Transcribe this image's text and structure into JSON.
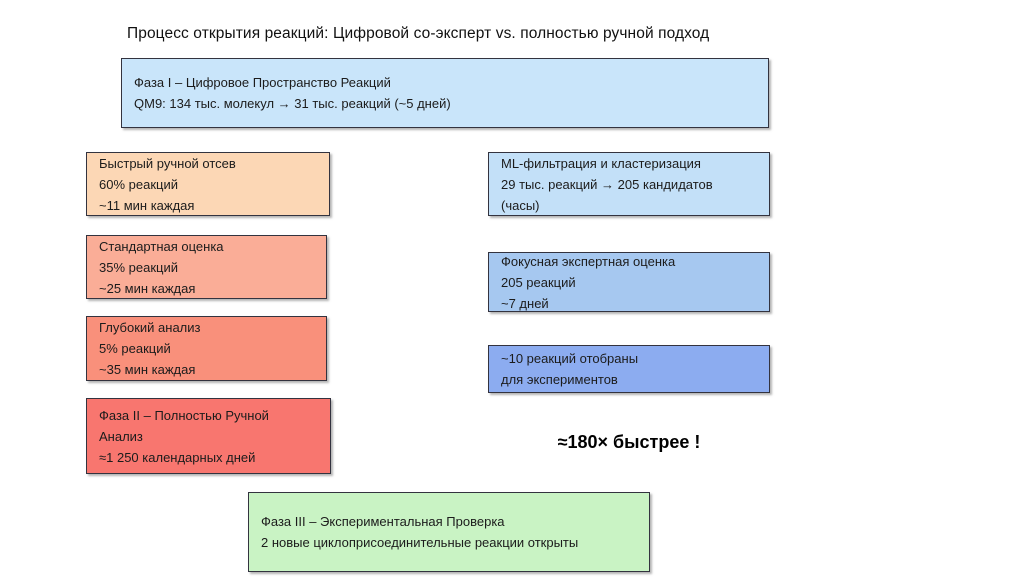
{
  "title": "Процесс открытия реакций: Цифровой со-эксперт vs. полностью ручной подход",
  "speedup_label": "≈180× быстрее !",
  "colors": {
    "phase1_bg": "#C9E5FA",
    "quick_screen_bg": "#FCD7B5",
    "standard_eval_bg": "#FAAD97",
    "deep_analysis_bg": "#F9907B",
    "phase2_bg": "#F8766F",
    "ml_filter_bg": "#C3E0F8",
    "expert_eval_bg": "#A6C8F0",
    "selected_bg": "#8CACF0",
    "phase3_bg": "#C9F3C4",
    "border": "#33333f"
  },
  "boxes": {
    "phase1": {
      "lines": [
        "Фаза I – Цифровое Пространство Реакций",
        "QM9: 134 тыс. молекул → 31 тыс. реакций (~5 дней)"
      ]
    },
    "quick_screen": {
      "lines": [
        "Быстрый ручной отсев",
        "60% реакций",
        "~11 мин каждая"
      ]
    },
    "standard_eval": {
      "lines": [
        "Стандартная оценка",
        "35% реакций",
        "~25 мин каждая"
      ]
    },
    "deep_analysis": {
      "lines": [
        "Глубокий анализ",
        "5% реакций",
        "~35 мин каждая"
      ]
    },
    "phase2": {
      "lines": [
        "Фаза II – Полностью Ручной",
        "Анализ",
        "≈1 250 календарных дней"
      ]
    },
    "ml_filter": {
      "lines": [
        "ML-фильтрация и кластеризация",
        "29 тыс. реакций → 205 кандидатов",
        "(часы)"
      ]
    },
    "expert_eval": {
      "lines": [
        "Фокусная экспертная оценка",
        "205 реакций",
        "~7 дней"
      ]
    },
    "selected": {
      "lines": [
        "~10 реакций отобраны",
        "для экспериментов"
      ]
    },
    "phase3": {
      "lines": [
        "Фаза III – Экспериментальная Проверка",
        "2 новые циклоприсоединительные реакции открыты"
      ]
    }
  }
}
